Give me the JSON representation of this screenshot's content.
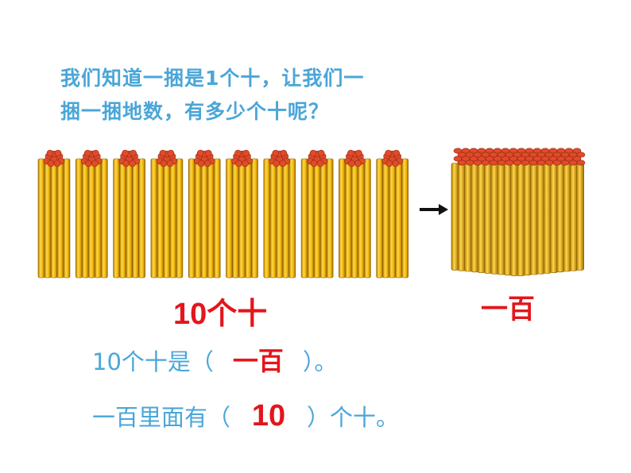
{
  "intro": {
    "line1": "我们知道一捆是1个十，让我们一",
    "line2": "捆一捆地数，有多少个十呢？"
  },
  "figures": {
    "bundle_count": 10,
    "ten_bundles_label": "10个十",
    "hundred_label": "一百",
    "stick_color": "#f2c21c",
    "stick_end_color": "#e24a2a"
  },
  "exercise1": {
    "prefix": "10个十是（",
    "answer": "一百",
    "suffix": "）。"
  },
  "exercise2": {
    "prefix": "一百里面有（",
    "answer": "10",
    "suffix": "）个十。"
  }
}
